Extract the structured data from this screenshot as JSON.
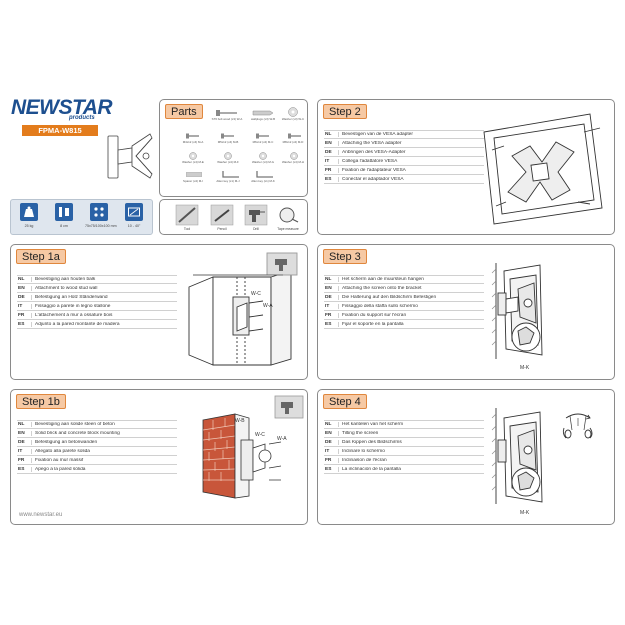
{
  "brand": {
    "name": "NEWSTAR",
    "tagline": "products",
    "model": "FPMA-W815",
    "website": "www.newstar.eu",
    "color_primary": "#1d4f8f",
    "color_accent": "#e37c1c"
  },
  "specs": [
    {
      "icon": "weight-icon",
      "label": "25 kg"
    },
    {
      "icon": "depth-icon",
      "label": "8 cm"
    },
    {
      "icon": "vesa-icon",
      "label": "75x75/100x100 mm"
    },
    {
      "icon": "screen-size-icon",
      "label": "10 - 40\""
    }
  ],
  "parts": {
    "title": "Parts",
    "items": [
      {
        "icon": "screw-icon",
        "label": "ST6 bolt wood (x3) W-A"
      },
      {
        "icon": "plug-icon",
        "label": "wallplugs (x3) W-B"
      },
      {
        "icon": "washer-icon",
        "label": "Washer (x3) W-C"
      },
      {
        "icon": "screw-icon",
        "label": "M4x12 (x4) M-A"
      },
      {
        "icon": "screw-icon",
        "label": "M5x12 (x4) M-B"
      },
      {
        "icon": "screw-icon",
        "label": "M6x12 (x4) M-C"
      },
      {
        "icon": "screw-icon",
        "label": "M8x12 (x4) M-D"
      },
      {
        "icon": "washer-icon",
        "label": "Washer (x4) M-E"
      },
      {
        "icon": "washer-icon",
        "label": "Washer (x4) M-F"
      },
      {
        "icon": "washer-icon",
        "label": "Washer (x4) M-G"
      },
      {
        "icon": "washer-icon",
        "label": "Washer (x4) M-H"
      },
      {
        "icon": "spacer-icon",
        "label": "Spacer (x4) M-I"
      },
      {
        "icon": "wrench-icon",
        "label": "Allen key (x1) M-J"
      },
      {
        "icon": "wrench-icon",
        "label": "Allen key (x1) M-K"
      }
    ]
  },
  "tools": [
    {
      "icon": "tool-icon",
      "label": "Tool"
    },
    {
      "icon": "pencil-icon",
      "label": "Pencil"
    },
    {
      "icon": "drill-icon",
      "label": "Drill"
    },
    {
      "icon": "tape-measure-icon",
      "label": "Tape measure"
    }
  ],
  "steps": [
    {
      "id": "step-2",
      "title": "Step 2",
      "rows": [
        {
          "code": "NL",
          "text": "Bevestigen van de VESA adapter"
        },
        {
          "code": "EN",
          "text": "Attaching the VESA adapter"
        },
        {
          "code": "DE",
          "text": "Anbringen des VESA-Adapter"
        },
        {
          "code": "IT",
          "text": "Collega l'adattatore VESA"
        },
        {
          "code": "FR",
          "text": "Fixation de l'adaptateur VESA"
        },
        {
          "code": "ES",
          "text": "Conectar el adaptador VESA"
        }
      ]
    },
    {
      "id": "step-1a",
      "title": "Step 1a",
      "rows": [
        {
          "code": "NL",
          "text": "Bevestiging aan houten balk"
        },
        {
          "code": "EN",
          "text": "Attachment to wood stud wall"
        },
        {
          "code": "DE",
          "text": "Befestigung an Holz Ständerwand"
        },
        {
          "code": "IT",
          "text": "Fissaggio a parete in legno stallone"
        },
        {
          "code": "FR",
          "text": "L'attachement à mur à ossature bois"
        },
        {
          "code": "ES",
          "text": "Adjunto a la pared montante de madera"
        }
      ]
    },
    {
      "id": "step-3",
      "title": "Step 3",
      "rows": [
        {
          "code": "NL",
          "text": "Het scherm aan de muursteun hangen"
        },
        {
          "code": "EN",
          "text": "Attaching the screen onto the bracket"
        },
        {
          "code": "DE",
          "text": "Die Halterung auf den Bildschirm Befestigen"
        },
        {
          "code": "IT",
          "text": "Fissaggio della staffa sullo schermo"
        },
        {
          "code": "FR",
          "text": "Fixation du support sur l'écran"
        },
        {
          "code": "ES",
          "text": "Fijar el soporte en la pantalla"
        }
      ]
    },
    {
      "id": "step-1b",
      "title": "Step 1b",
      "rows": [
        {
          "code": "NL",
          "text": "Bevestiging aan solide steen of beton"
        },
        {
          "code": "EN",
          "text": "Solid brick and concrete block mounting"
        },
        {
          "code": "DE",
          "text": "Befestigung an betonwanden"
        },
        {
          "code": "IT",
          "text": "Allegato alla parete solida"
        },
        {
          "code": "FR",
          "text": "Fixation au mur massif"
        },
        {
          "code": "ES",
          "text": "Apego a la pared sólida"
        }
      ]
    },
    {
      "id": "step-4",
      "title": "Step 4",
      "rows": [
        {
          "code": "NL",
          "text": "Het kantelen van het scherm"
        },
        {
          "code": "EN",
          "text": "Tilting the screen"
        },
        {
          "code": "DE",
          "text": "Das Kippen des Bildschirms"
        },
        {
          "code": "IT",
          "text": "Inclinare lo schermo"
        },
        {
          "code": "FR",
          "text": "Inclinaison de l'écran"
        },
        {
          "code": "ES",
          "text": "La inclinación de la pantalla"
        }
      ]
    }
  ],
  "diagram_labels": {
    "w_a": "W-A",
    "w_b": "W-B",
    "w_c": "W-C",
    "m_k": "M-K"
  }
}
